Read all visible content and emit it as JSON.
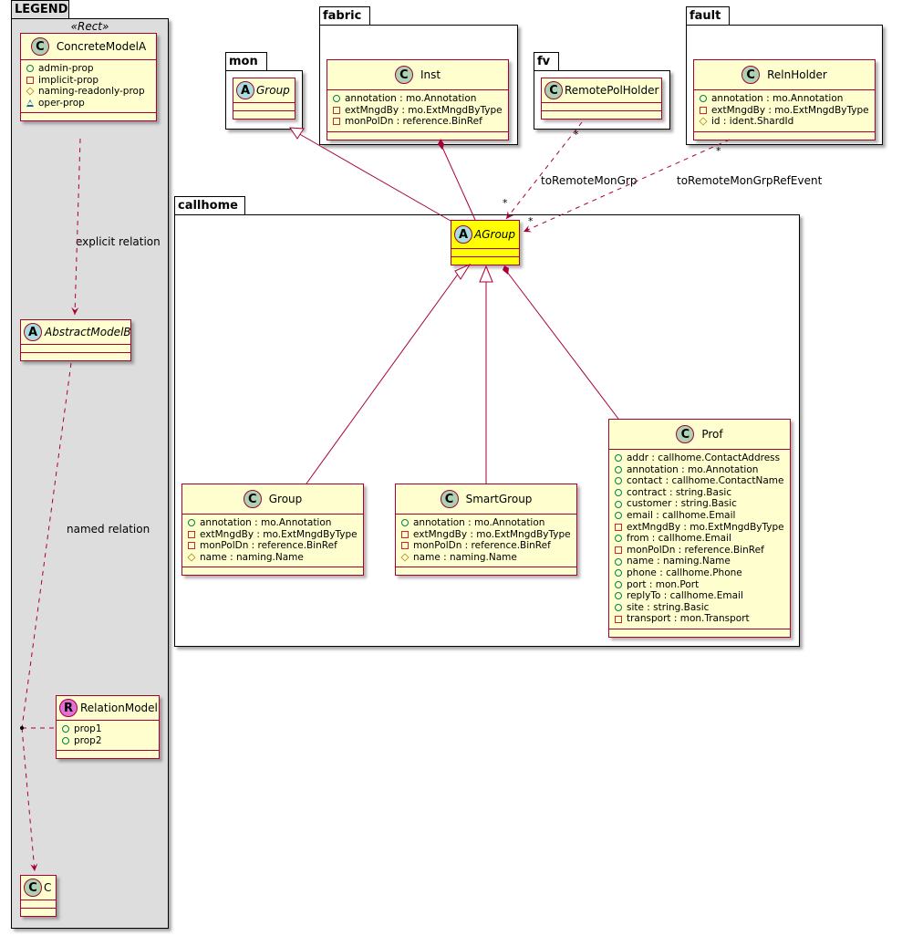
{
  "legend": {
    "package_name": "LEGEND",
    "stereotype": "«Rect»",
    "concrete_class": {
      "badge": "C",
      "name": "ConcreteModelA",
      "attrs": [
        {
          "vis": "pub",
          "text": "admin-prop"
        },
        {
          "vis": "priv",
          "text": "implicit-prop"
        },
        {
          "vis": "prot",
          "text": "naming-readonly-prop"
        },
        {
          "vis": "pkgv",
          "text": "oper-prop"
        }
      ]
    },
    "abstract_class": {
      "badge": "A",
      "name": "AbstractModelB"
    },
    "relation_class": {
      "badge": "R",
      "name": "RelationModel",
      "attrs": [
        {
          "vis": "pub",
          "text": "prop1"
        },
        {
          "vis": "pub",
          "text": "prop2"
        }
      ]
    },
    "c_class": {
      "badge": "C",
      "name": "C"
    },
    "explicit_relation_label": "explicit relation",
    "named_relation_label": "named relation"
  },
  "packages": {
    "mon": {
      "name": "mon",
      "class": {
        "badge": "A",
        "name": "Group"
      }
    },
    "fabric": {
      "name": "fabric",
      "class": {
        "badge": "C",
        "name": "Inst",
        "attrs": [
          {
            "vis": "pub",
            "text": "annotation : mo.Annotation"
          },
          {
            "vis": "priv",
            "text": "extMngdBy : mo.ExtMngdByType"
          },
          {
            "vis": "priv",
            "text": "monPolDn : reference.BinRef"
          }
        ]
      }
    },
    "fv": {
      "name": "fv",
      "class": {
        "badge": "C",
        "name": "RemotePolHolder"
      }
    },
    "fault": {
      "name": "fault",
      "class": {
        "badge": "C",
        "name": "RelnHolder",
        "attrs": [
          {
            "vis": "pub",
            "text": "annotation : mo.Annotation"
          },
          {
            "vis": "priv",
            "text": "extMngdBy : mo.ExtMngdByType"
          },
          {
            "vis": "prot",
            "text": "id : ident.ShardId"
          }
        ]
      }
    },
    "callhome": {
      "name": "callhome",
      "agroup": {
        "badge": "A",
        "name": "AGroup"
      },
      "group": {
        "badge": "C",
        "name": "Group",
        "attrs": [
          {
            "vis": "pub",
            "text": "annotation : mo.Annotation"
          },
          {
            "vis": "priv",
            "text": "extMngdBy : mo.ExtMngdByType"
          },
          {
            "vis": "priv",
            "text": "monPolDn : reference.BinRef"
          },
          {
            "vis": "prot",
            "text": "name : naming.Name"
          }
        ]
      },
      "smartgroup": {
        "badge": "C",
        "name": "SmartGroup",
        "attrs": [
          {
            "vis": "pub",
            "text": "annotation : mo.Annotation"
          },
          {
            "vis": "priv",
            "text": "extMngdBy : mo.ExtMngdByType"
          },
          {
            "vis": "priv",
            "text": "monPolDn : reference.BinRef"
          },
          {
            "vis": "prot",
            "text": "name : naming.Name"
          }
        ]
      },
      "prof": {
        "badge": "C",
        "name": "Prof",
        "attrs": [
          {
            "vis": "pub",
            "text": "addr : callhome.ContactAddress"
          },
          {
            "vis": "pub",
            "text": "annotation : mo.Annotation"
          },
          {
            "vis": "pub",
            "text": "contact : callhome.ContactName"
          },
          {
            "vis": "pub",
            "text": "contract : string.Basic"
          },
          {
            "vis": "pub",
            "text": "customer : string.Basic"
          },
          {
            "vis": "pub",
            "text": "email : callhome.Email"
          },
          {
            "vis": "priv",
            "text": "extMngdBy : mo.ExtMngdByType"
          },
          {
            "vis": "pub",
            "text": "from : callhome.Email"
          },
          {
            "vis": "priv",
            "text": "monPolDn : reference.BinRef"
          },
          {
            "vis": "pub",
            "text": "name : naming.Name"
          },
          {
            "vis": "pub",
            "text": "phone : callhome.Phone"
          },
          {
            "vis": "pub",
            "text": "port : mon.Port"
          },
          {
            "vis": "pub",
            "text": "replyTo : callhome.Email"
          },
          {
            "vis": "pub",
            "text": "site : string.Basic"
          },
          {
            "vis": "priv",
            "text": "transport : mon.Transport"
          }
        ]
      }
    }
  },
  "relations": {
    "to_remote_mon_grp": {
      "label": "toRemoteMonGrp",
      "src_mult": "*",
      "dst_mult": "*"
    },
    "to_remote_mon_grp_ref_event": {
      "label": "toRemoteMonGrpRefEvent",
      "src_mult": "*",
      "dst_mult": "*"
    }
  },
  "colors": {
    "class_fill": "#fefece",
    "class_border": "#a80036",
    "highlight_fill": "#ffff00",
    "legend_fill": "#dddddd",
    "link": "#a80036"
  }
}
